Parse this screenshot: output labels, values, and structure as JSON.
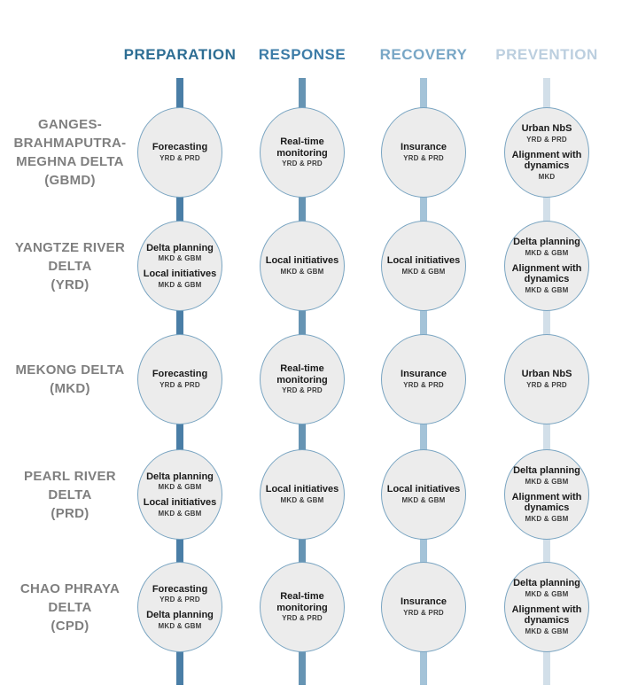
{
  "diagram": {
    "columns": [
      {
        "label": "PREPARATION",
        "header_color": "#2e6e94",
        "line_color": "#4a7ea6"
      },
      {
        "label": "RESPONSE",
        "header_color": "#3e7da8",
        "line_color": "#6694b3"
      },
      {
        "label": "RECOVERY",
        "header_color": "#79a7c6",
        "line_color": "#a4c3d8"
      },
      {
        "label": "PREVENTION",
        "header_color": "#bccfdf",
        "line_color": "#d2dfe9"
      }
    ],
    "rows": [
      {
        "id": "GBMD",
        "lines": [
          "GANGES-",
          "BRAHMAPUTRA-",
          "MEGHNA DELTA",
          "(GBMD)"
        ]
      },
      {
        "id": "YRD",
        "lines": [
          "YANGTZE RIVER",
          "DELTA",
          "(YRD)"
        ]
      },
      {
        "id": "MKD",
        "lines": [
          "MEKONG DELTA",
          "(MKD)"
        ]
      },
      {
        "id": "PRD",
        "lines": [
          "PEARL RIVER",
          "DELTA",
          "(PRD)"
        ]
      },
      {
        "id": "CPD",
        "lines": [
          "CHAO PHRAYA",
          "DELTA",
          "(CPD)"
        ]
      }
    ],
    "node_style": {
      "fill": "#ececec",
      "border": "#7aa5c2"
    },
    "cells": [
      [
        {
          "items": [
            {
              "title": "Forecasting",
              "sub": "YRD & PRD"
            }
          ]
        },
        {
          "items": [
            {
              "title": "Real-time monitoring",
              "sub": "YRD & PRD"
            }
          ]
        },
        {
          "items": [
            {
              "title": "Insurance",
              "sub": "YRD & PRD"
            }
          ]
        },
        {
          "items": [
            {
              "title": "Urban NbS",
              "sub": "YRD & PRD"
            },
            {
              "title": "Alignment with dynamics",
              "sub": "MKD"
            }
          ]
        }
      ],
      [
        {
          "items": [
            {
              "title": "Delta planning",
              "sub": "MKD & GBM"
            },
            {
              "title": "Local initiatives",
              "sub": "MKD & GBM"
            }
          ]
        },
        {
          "items": [
            {
              "title": "Local initiatives",
              "sub": "MKD & GBM"
            }
          ]
        },
        {
          "items": [
            {
              "title": "Local initiatives",
              "sub": "MKD & GBM"
            }
          ]
        },
        {
          "items": [
            {
              "title": "Delta planning",
              "sub": "MKD & GBM"
            },
            {
              "title": "Alignment with dynamics",
              "sub": "MKD & GBM"
            }
          ]
        }
      ],
      [
        {
          "items": [
            {
              "title": "Forecasting",
              "sub": "YRD & PRD"
            }
          ]
        },
        {
          "items": [
            {
              "title": "Real-time monitoring",
              "sub": "YRD & PRD"
            }
          ]
        },
        {
          "items": [
            {
              "title": "Insurance",
              "sub": "YRD & PRD"
            }
          ]
        },
        {
          "items": [
            {
              "title": "Urban NbS",
              "sub": "YRD & PRD"
            }
          ]
        }
      ],
      [
        {
          "items": [
            {
              "title": "Delta planning",
              "sub": "MKD & GBM"
            },
            {
              "title": "Local initiatives",
              "sub": "MKD & GBM"
            }
          ]
        },
        {
          "items": [
            {
              "title": "Local initiatives",
              "sub": "MKD & GBM"
            }
          ]
        },
        {
          "items": [
            {
              "title": "Local initiatives",
              "sub": "MKD & GBM"
            }
          ]
        },
        {
          "items": [
            {
              "title": "Delta planning",
              "sub": "MKD & GBM"
            },
            {
              "title": "Alignment with dynamics",
              "sub": "MKD & GBM"
            }
          ]
        }
      ],
      [
        {
          "items": [
            {
              "title": "Forecasting",
              "sub": "YRD & PRD"
            },
            {
              "title": "Delta planning",
              "sub": "MKD & GBM"
            }
          ]
        },
        {
          "items": [
            {
              "title": "Real-time monitoring",
              "sub": "YRD & PRD"
            }
          ]
        },
        {
          "items": [
            {
              "title": "Insurance",
              "sub": "YRD & PRD"
            }
          ]
        },
        {
          "items": [
            {
              "title": "Delta planning",
              "sub": "MKD & GBM"
            },
            {
              "title": "Alignment with dynamics",
              "sub": "MKD & GBM"
            }
          ]
        }
      ]
    ]
  }
}
